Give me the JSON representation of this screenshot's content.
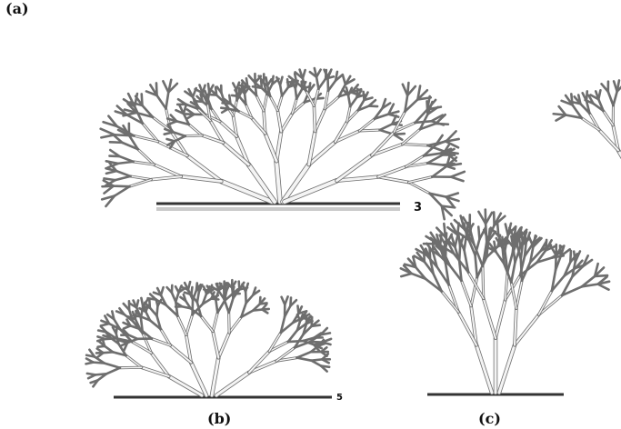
{
  "figure": {
    "panels": [
      {
        "label": "(a)",
        "scale_mark": "3"
      },
      {
        "label": "(b)",
        "scale_mark": "5"
      },
      {
        "label": "(c)",
        "scale_mark": ""
      }
    ]
  },
  "colors": {
    "outline": "#6e6e6e",
    "fill": "#f4f4f4",
    "ground": "#333333"
  }
}
